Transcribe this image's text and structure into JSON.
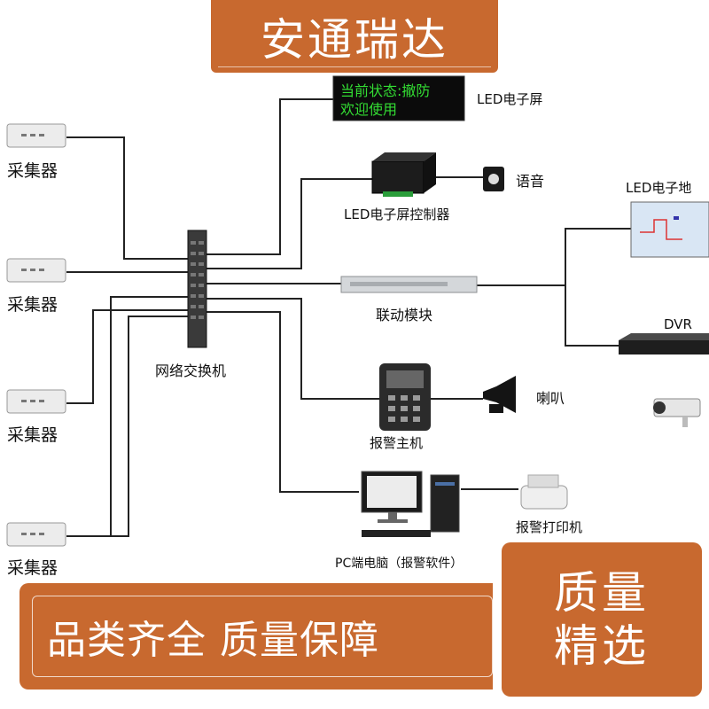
{
  "banner": {
    "title": "安通瑞达"
  },
  "bottom": {
    "slogan": "品类齐全 质量保障"
  },
  "quality": {
    "line1": "质量",
    "line2": "精选"
  },
  "diagram": {
    "collector_label": "采集器",
    "switch_label": "网络交换机",
    "led_screen": {
      "label": "LED电子屏",
      "line1": "当前状态:撤防",
      "line2": "欢迎使用"
    },
    "led_controller_label": "LED电子屏控制器",
    "voice_label": "语音",
    "linkage_label": "联动模块",
    "map_label": "LED电子地",
    "dvr_label": "DVR",
    "alarm_host_label": "报警主机",
    "horn_label": "喇叭",
    "pc_label": "PC端电脑（报警软件）",
    "printer_label": "报警打印机"
  }
}
